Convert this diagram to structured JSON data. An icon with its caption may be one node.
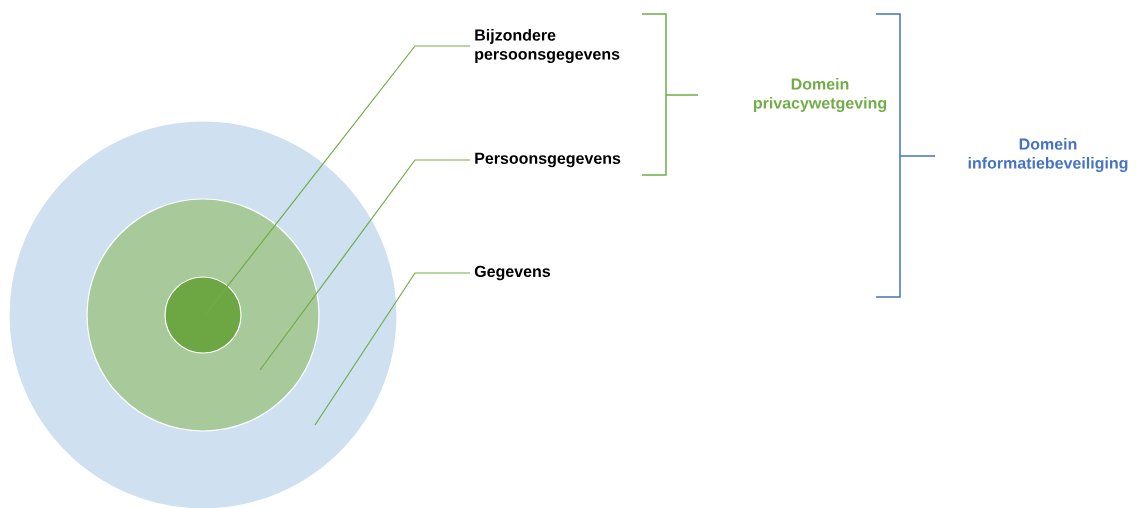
{
  "diagram": {
    "nodes": [
      {
        "text": [],
        "shape": "circle"
      },
      {
        "text": [],
        "shape": "circle",
        "in": 0
      },
      {
        "text": [],
        "shape": "circle",
        "in": 1
      },
      {
        "text": [
          "Bijzondere persoonsgegevens"
        ]
      },
      {
        "text": [
          "Persoonsgegevens"
        ]
      },
      {
        "text": [
          "Gegevens"
        ]
      }
    ],
    "edges": [
      {
        "from": 3,
        "to": 2,
        "arrow": "none"
      },
      {
        "from": 4,
        "to": 1,
        "arrow": "none"
      },
      {
        "from": 5,
        "to": 0,
        "arrow": "none"
      }
    ],
    "labels": [
      "Domein privacywetgeving",
      "Domein informatiebeveiliging"
    ]
  }
}
